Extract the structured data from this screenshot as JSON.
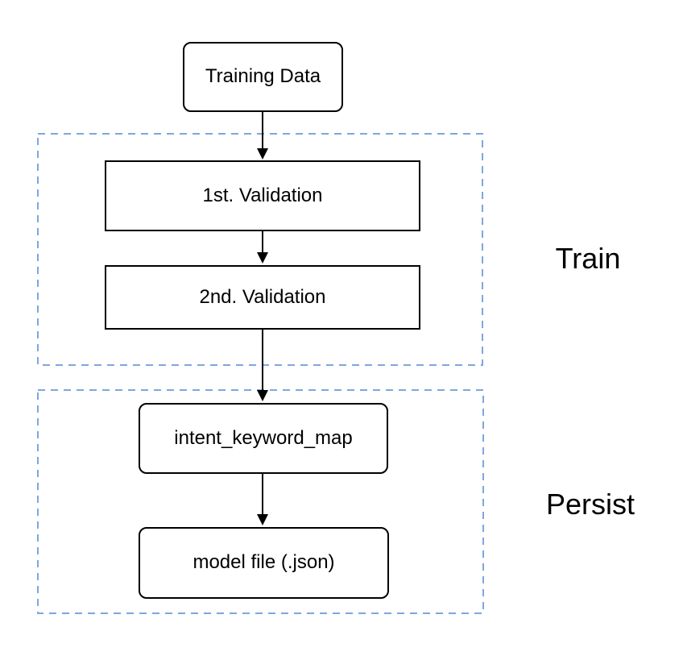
{
  "diagram": {
    "type": "flowchart",
    "background": "#ffffff",
    "colors": {
      "node_border": "#000000",
      "node_fill": "#ffffff",
      "group_border": "#7ea6e0",
      "arrow": "#000000",
      "text": "#000000"
    },
    "nodes": {
      "training_data": {
        "label": "Training Data",
        "shape": "rounded-rectangle"
      },
      "first_validation": {
        "label": "1st. Validation",
        "shape": "rectangle"
      },
      "second_validation": {
        "label": "2nd. Validation",
        "shape": "rectangle"
      },
      "intent_keyword_map": {
        "label": "intent_keyword_map",
        "shape": "rounded-rectangle"
      },
      "model_file": {
        "label": "model file (.json)",
        "shape": "rounded-rectangle"
      }
    },
    "groups": {
      "train": {
        "label": "Train",
        "style": "dashed",
        "contains": [
          "first_validation",
          "second_validation"
        ]
      },
      "persist": {
        "label": "Persist",
        "style": "dashed",
        "contains": [
          "intent_keyword_map",
          "model_file"
        ]
      }
    },
    "edges": [
      {
        "from": "training_data",
        "to": "first_validation"
      },
      {
        "from": "first_validation",
        "to": "second_validation"
      },
      {
        "from": "second_validation",
        "to": "intent_keyword_map"
      },
      {
        "from": "intent_keyword_map",
        "to": "model_file"
      }
    ]
  }
}
